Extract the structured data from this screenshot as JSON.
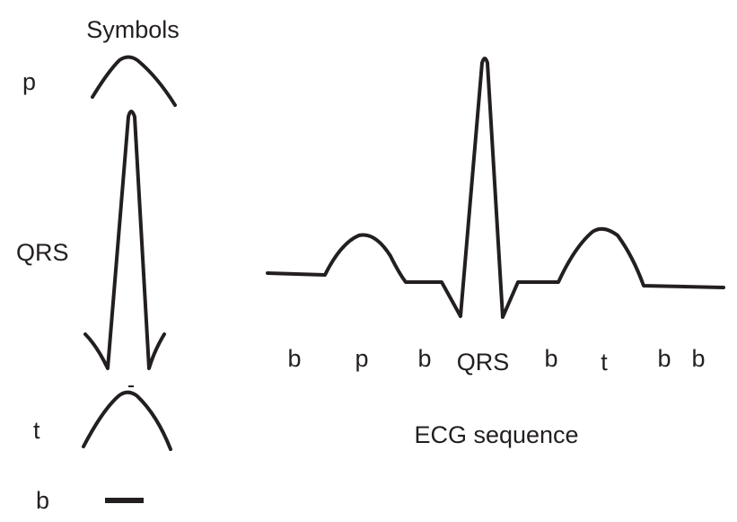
{
  "symbols": {
    "title": "Symbols",
    "items": [
      {
        "label": "p"
      },
      {
        "label": "QRS"
      },
      {
        "label": "t"
      },
      {
        "label": "b"
      }
    ]
  },
  "sequence": {
    "labels": [
      "b",
      "p",
      "b",
      "QRS",
      "b",
      "t",
      "b",
      "b"
    ],
    "caption": "ECG sequence"
  },
  "colors": {
    "ink": "#231f20"
  }
}
